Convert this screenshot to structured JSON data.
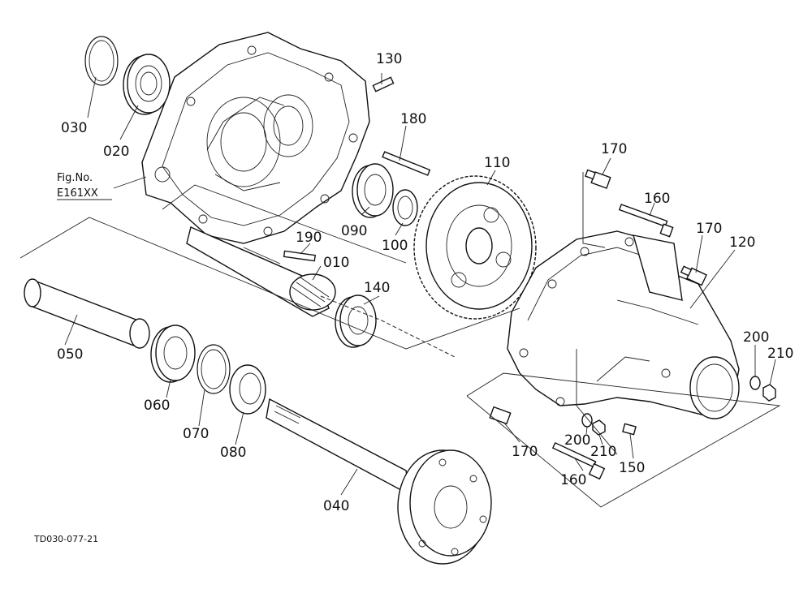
{
  "callouts": {
    "c010": "010",
    "c020": "020",
    "c030": "030",
    "c040": "040",
    "c050": "050",
    "c060": "060",
    "c070": "070",
    "c080": "080",
    "c090": "090",
    "c100": "100",
    "c110": "110",
    "c120": "120",
    "c130": "130",
    "c140": "140",
    "c150": "150",
    "c160a": "160",
    "c160b": "160",
    "c170a": "170",
    "c170b": "170",
    "c170c": "170",
    "c180": "180",
    "c190": "190",
    "c200a": "200",
    "c200b": "200",
    "c210a": "210",
    "c210b": "210"
  },
  "fig_ref": {
    "label": "Fig.No.",
    "number": "E161XX"
  },
  "drawing_code": "TD030-077-21"
}
